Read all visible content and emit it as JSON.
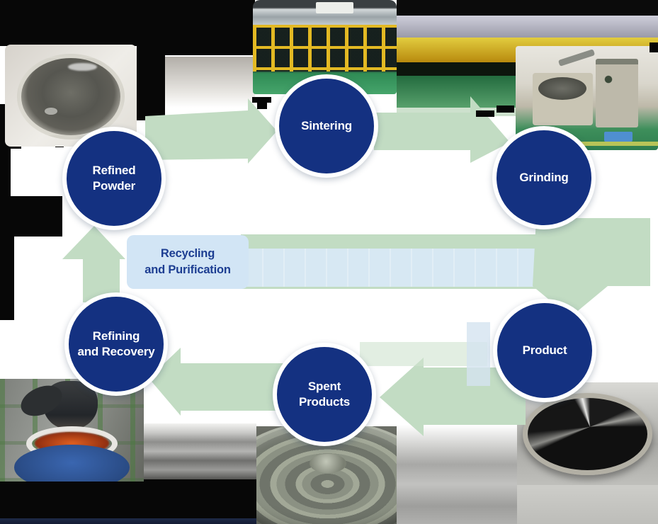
{
  "diagram": {
    "nodes": [
      {
        "id": "refined-powder",
        "lines": [
          "Refined",
          "Powder"
        ]
      },
      {
        "id": "sintering",
        "lines": [
          "Sintering"
        ]
      },
      {
        "id": "grinding",
        "lines": [
          "Grinding"
        ]
      },
      {
        "id": "product",
        "lines": [
          "Product"
        ]
      },
      {
        "id": "spent-products",
        "lines": [
          "Spent",
          "Products"
        ]
      },
      {
        "id": "refining-and-recovery",
        "lines": [
          "Refining",
          "and Recovery"
        ]
      }
    ],
    "center_label": [
      "Recycling",
      "and Purification"
    ],
    "flow_order": [
      "Refined Powder",
      "Sintering",
      "Grinding",
      "Product",
      "Spent Products",
      "Refining and Recovery"
    ]
  },
  "photos": [
    {
      "id": "refined-powder-photo",
      "desc": "metal powder in glass dish"
    },
    {
      "id": "sintering-photo",
      "desc": "sintering line with yellow safety cages"
    },
    {
      "id": "grinding-photo",
      "desc": "grinding machine in workshop"
    },
    {
      "id": "product-photo",
      "desc": "polished target disc"
    },
    {
      "id": "spent-products-photo",
      "desc": "eroded spent target"
    },
    {
      "id": "refining-photo",
      "desc": "refining and recovery plant"
    }
  ],
  "colors": {
    "node_fill": "#143181",
    "node_text": "#ffffff",
    "arrow": "#c2dcc3",
    "arrow_pale": "#cfe2cf",
    "patch_blue": "#d4e3f0",
    "band": "#d9e9f6",
    "label_box": "#d2e5f5",
    "label_text": "#1d3e92"
  }
}
